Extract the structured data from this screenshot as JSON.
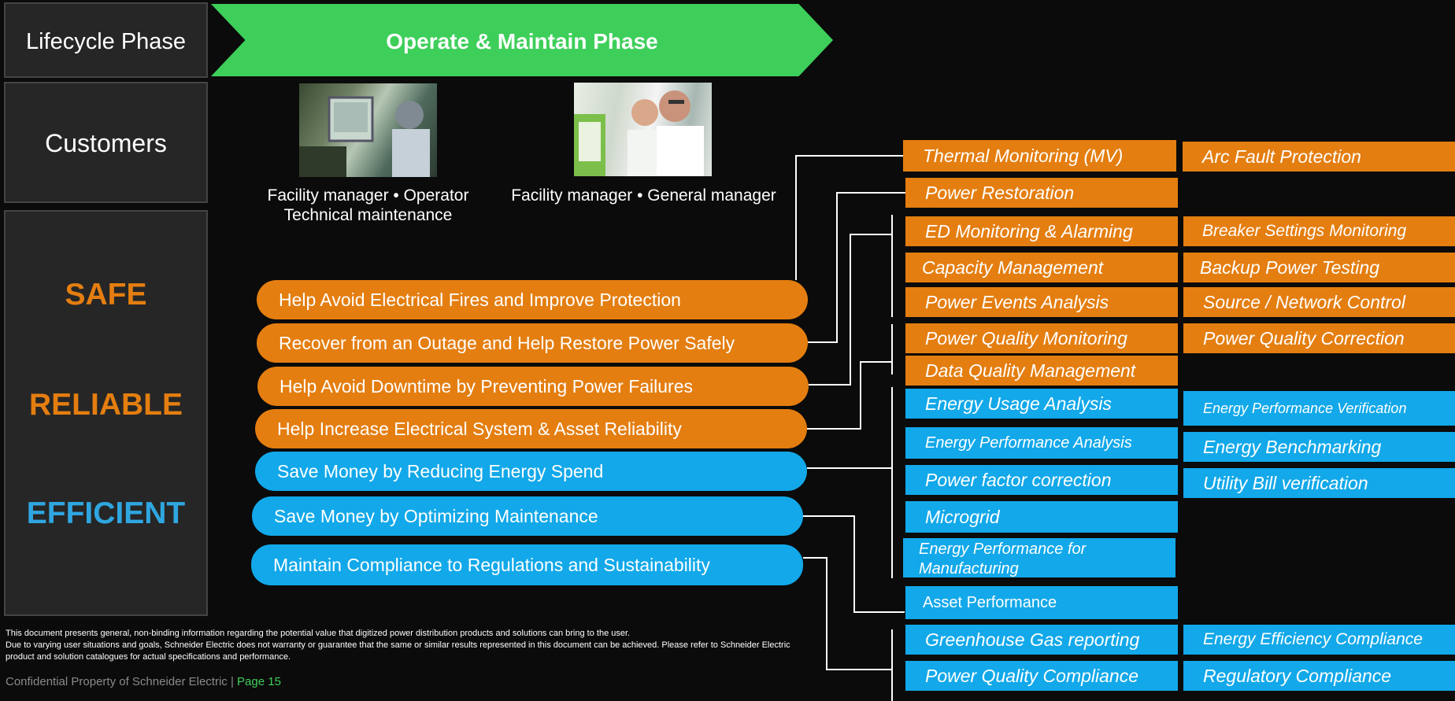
{
  "side": {
    "lifecycle_label": "Lifecycle Phase",
    "customers_label": "Customers",
    "benefits": [
      {
        "label": "SAFE",
        "color": "#e47e10"
      },
      {
        "label": "RELIABLE",
        "color": "#e47e10"
      },
      {
        "label": "EFFICIENT",
        "color": "#2fa6e0"
      }
    ]
  },
  "phase": {
    "label": "Operate & Maintain Phase",
    "color": "#3ecf5a"
  },
  "customers": [
    {
      "caption_line1": "Facility manager • Operator",
      "caption_line2": "Technical maintenance"
    },
    {
      "caption_line1": "Facility manager • General manager",
      "caption_line2": ""
    }
  ],
  "value_props": [
    {
      "label": "Help Avoid Electrical Fires and Improve Protection",
      "color": "orange"
    },
    {
      "label": "Recover from an Outage and Help Restore Power Safely",
      "color": "orange"
    },
    {
      "label": "Help Avoid Downtime by Preventing Power Failures",
      "color": "orange"
    },
    {
      "label": "Help Increase Electrical System & Asset Reliability",
      "color": "orange"
    },
    {
      "label": "Save Money by Reducing Energy Spend",
      "color": "blue"
    },
    {
      "label": "Save Money by Optimizing Maintenance",
      "color": "blue"
    },
    {
      "label": "Maintain Compliance to Regulations and Sustainability",
      "color": "blue"
    }
  ],
  "solutions_col1": [
    "Thermal Monitoring (MV)",
    "Power Restoration",
    "ED Monitoring & Alarming",
    "Capacity Management",
    "Power Events Analysis",
    "Power Quality Monitoring",
    "Data Quality Management",
    "Energy Usage Analysis",
    "Energy Performance Analysis",
    "Power factor correction",
    "Microgrid",
    "Energy Performance for Manufacturing",
    "Asset Performance",
    "Greenhouse Gas reporting",
    "Power Quality Compliance"
  ],
  "solutions_col2": [
    "Arc Fault Protection",
    "Breaker Settings Monitoring",
    "Backup Power Testing",
    "Source / Network Control",
    "Power Quality Correction",
    "Energy Performance Verification",
    "Energy Benchmarking",
    "Utility Bill verification",
    "Energy Efficiency Compliance",
    "Regulatory Compliance"
  ],
  "colors": {
    "orange": "#e47e10",
    "blue": "#12a8e9",
    "green": "#3ecf5a"
  },
  "disclaimer": {
    "line1": "This document presents general, non-binding information regarding the potential value that digitized power distribution products and solutions can bring to the user.",
    "line2": "Due to varying user situations and goals, Schneider Electric does not warranty or guarantee that the same or similar results represented in this document can be achieved. Please refer to Schneider Electric product and solution catalogues for actual specifications and performance."
  },
  "footer": {
    "text": "Confidential Property of Schneider Electric | ",
    "page": "Page 15"
  }
}
